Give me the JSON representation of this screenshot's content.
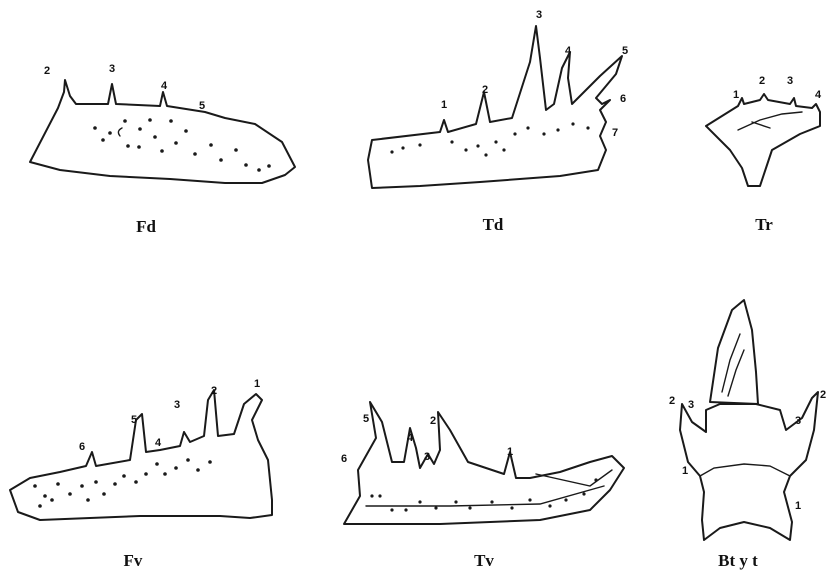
{
  "figures": [
    {
      "label": "Fd",
      "teeth": [
        "2",
        "3",
        "4",
        "5"
      ]
    },
    {
      "label": "Td",
      "teeth": [
        "1",
        "2",
        "3",
        "4",
        "5",
        "6",
        "7"
      ]
    },
    {
      "label": "Tr",
      "teeth": [
        "1",
        "2",
        "3",
        "4"
      ]
    },
    {
      "label": "Fv",
      "teeth": [
        "1",
        "2",
        "3",
        "4",
        "5",
        "6"
      ]
    },
    {
      "label": "Tv",
      "teeth": [
        "1",
        "2",
        "3",
        "4",
        "5",
        "6"
      ]
    },
    {
      "label": "Bt y t",
      "teeth": [
        "1",
        "2",
        "3",
        "1",
        "2",
        "3"
      ]
    }
  ]
}
